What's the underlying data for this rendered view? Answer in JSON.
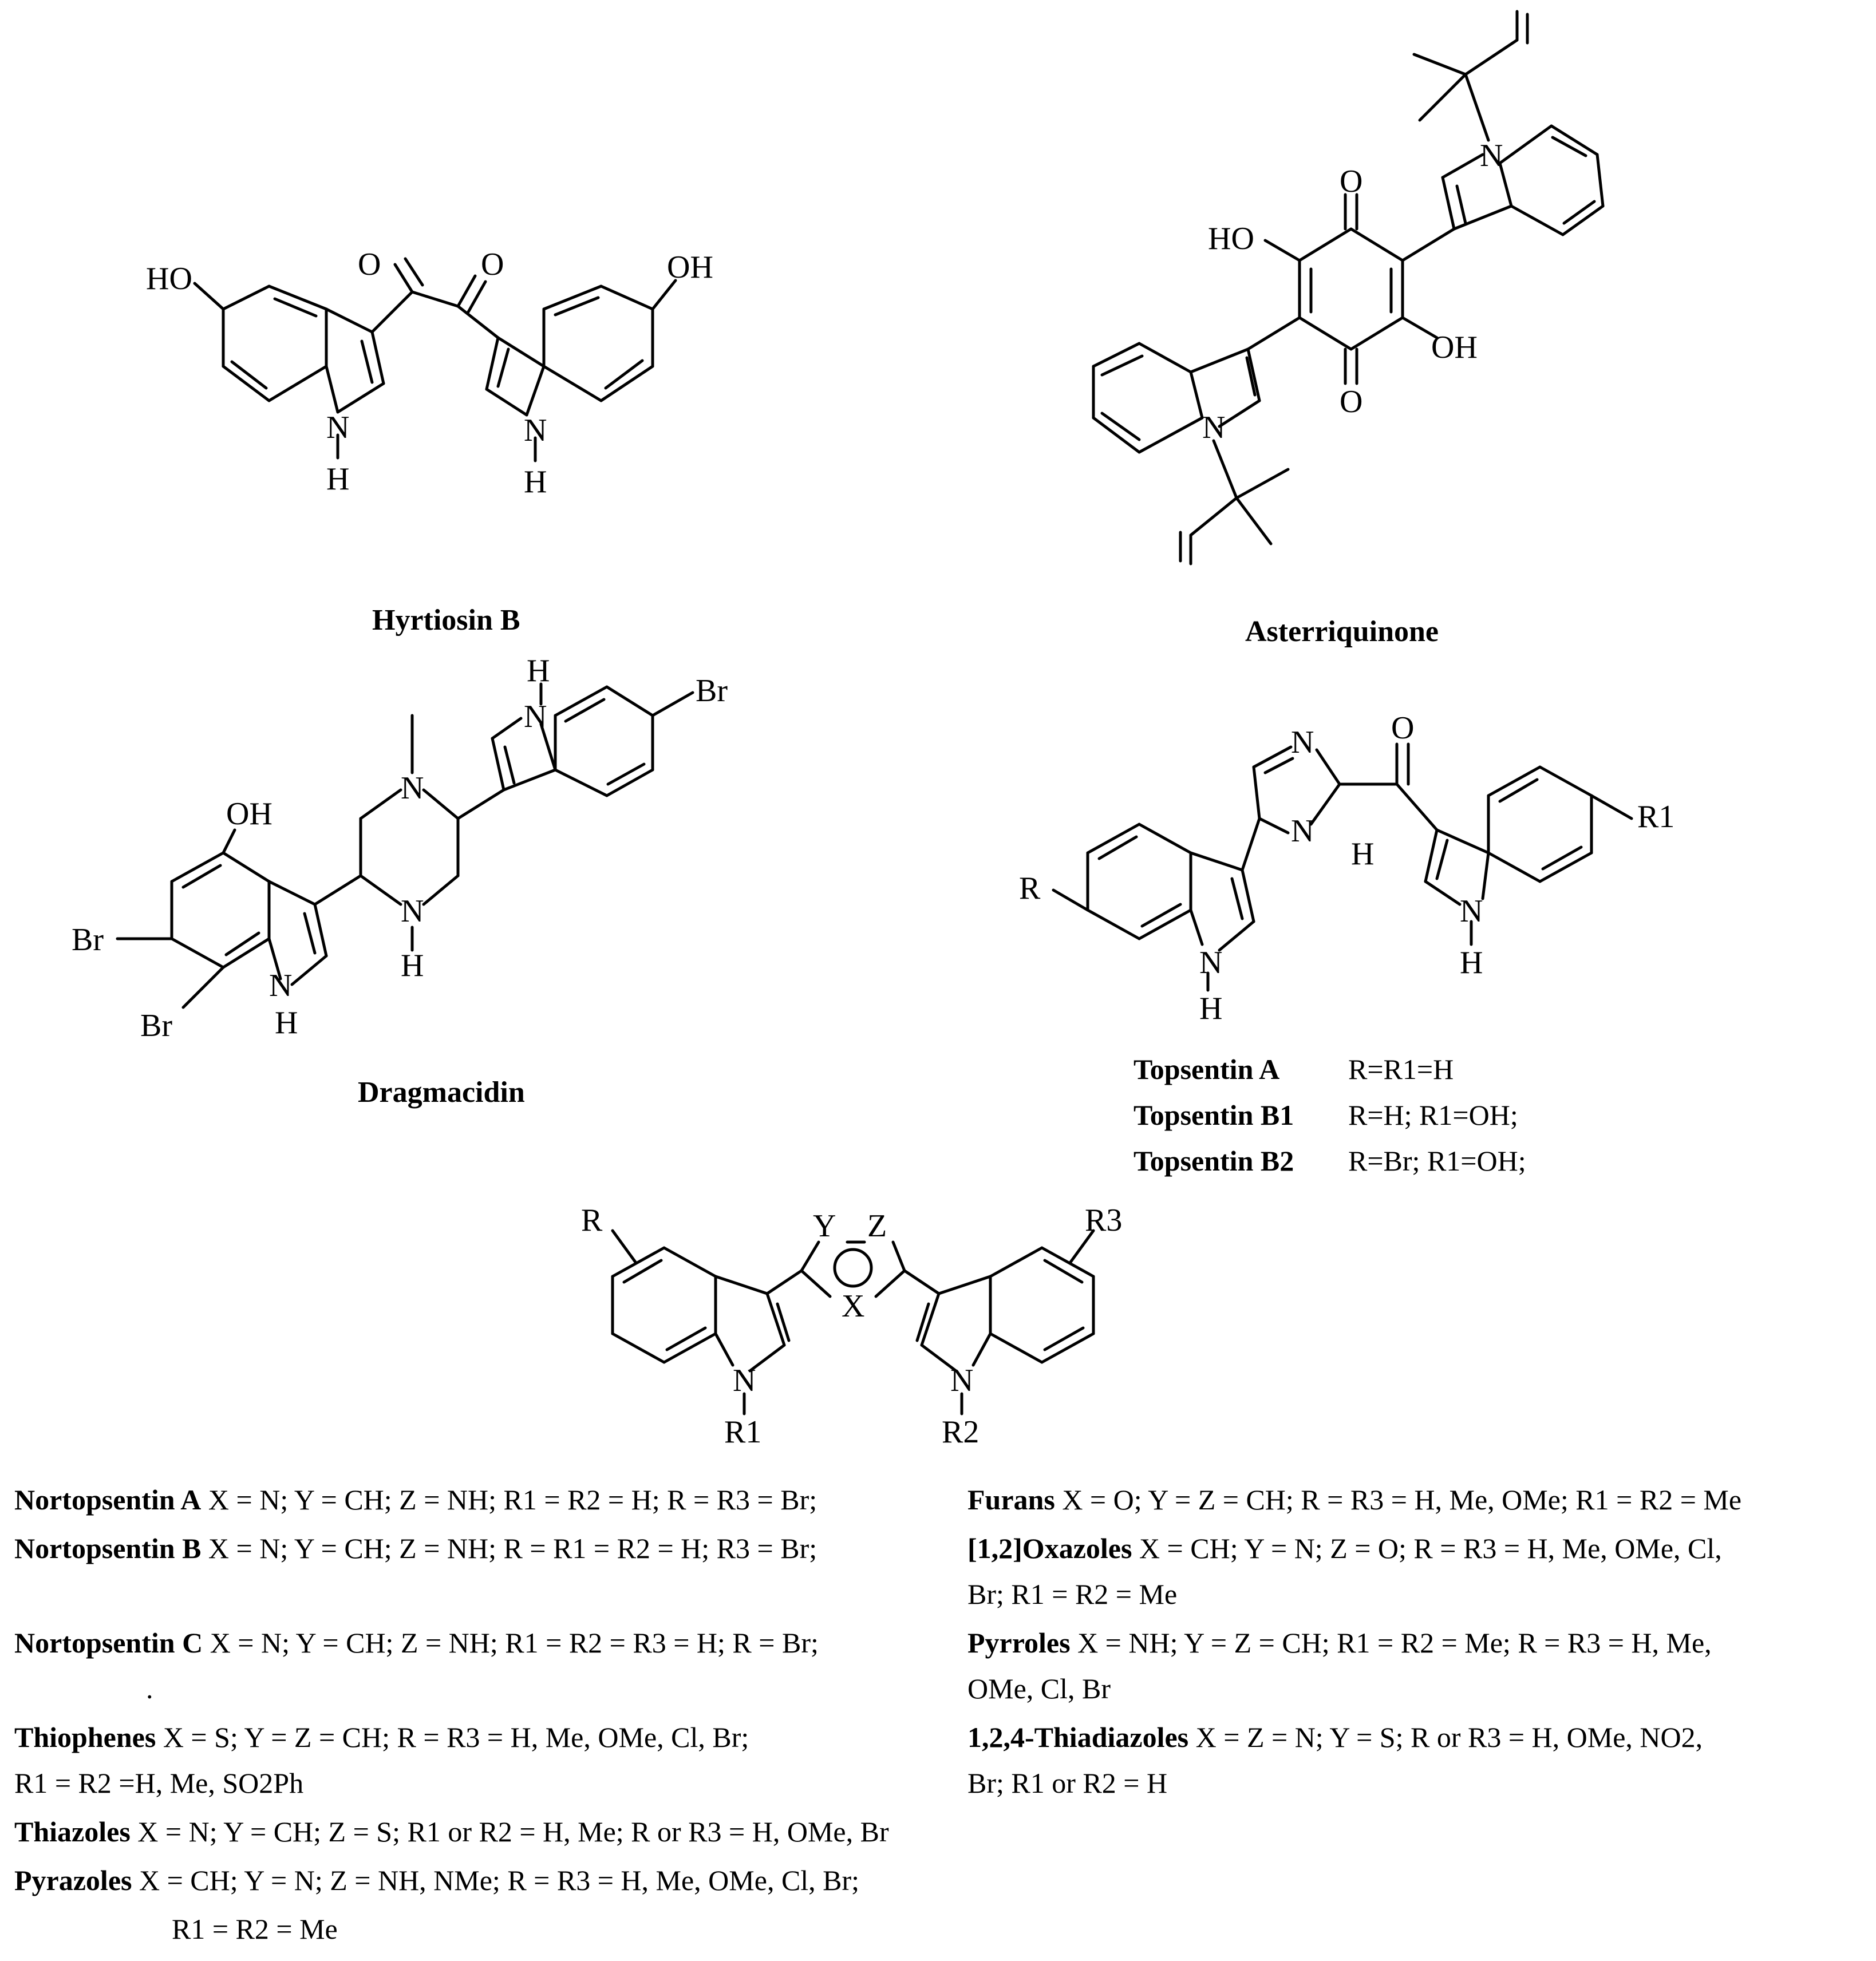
{
  "compounds": {
    "hyrtiosin_b": "Hyrtiosin B",
    "asterriquinone": "Asterriquinone",
    "dragmacidin": "Dragmacidin",
    "topsentin_a": "Topsentin A",
    "topsentin_a_sub": "R=R1=H",
    "topsentin_b1": "Topsentin B1",
    "topsentin_b1_sub": "R=H; R1=OH;",
    "topsentin_b2": "Topsentin B2",
    "topsentin_b2_sub": "R=Br; R1=OH;"
  },
  "atoms": {
    "HO": "HO",
    "OH": "OH",
    "O": "O",
    "N": "N",
    "H": "H",
    "Br": "Br",
    "R": "R",
    "R1": "R1",
    "R2": "R2",
    "R3": "R3",
    "X": "X",
    "Y": "Y",
    "Z": "Z"
  },
  "legend": [
    {
      "name": "Nortopsentin A",
      "text": "X = N; Y = CH; Z = NH; R1 = R2 = H; R = R3 = Br;"
    },
    {
      "name": "Nortopsentin B",
      "text": "X = N; Y = CH; Z = NH; R = R1 = R2 = H; R3 = Br;"
    },
    {
      "name": "Nortopsentin C",
      "text": "X = N; Y = CH; Z = NH; R1 = R2 = R3 = H; R = Br;"
    },
    {
      "name": "Thiophenes",
      "text": "X = S; Y = Z = CH; R = R3 = H, Me, OMe, Cl, Br;",
      "cont": "R1 = R2 =H, Me, SO2Ph"
    },
    {
      "name": "Thiazoles",
      "text": "X = N; Y = CH; Z = S; R1 or R2 = H, Me; R or R3 = H, OMe, Br"
    },
    {
      "name": "Pyrazoles",
      "text": "X = CH; Y = N; Z = NH, NMe; R = R3 = H, Me, OMe, Cl, Br;",
      "cont": "R1 = R2 = Me"
    },
    {
      "name": "Furans",
      "text": "X = O; Y = Z = CH; R = R3 = H, Me, OMe; R1 = R2 = Me"
    },
    {
      "name": "[1,2]Oxazoles",
      "text": "X = CH; Y = N; Z = O; R = R3 = H, Me, OMe, Cl,",
      "cont": "Br; R1 = R2 = Me"
    },
    {
      "name": "Pyrroles",
      "text": "X = NH; Y = Z = CH; R1 = R2 = Me; R = R3 = H, Me,",
      "cont": "OMe, Cl, Br"
    },
    {
      "name": "1,2,4-Thiadiazoles",
      "text": "X = Z = N; Y = S; R or R3 = H, OMe, NO2,",
      "cont": "Br; R1 or R2 = H"
    }
  ],
  "stray_dot": "."
}
